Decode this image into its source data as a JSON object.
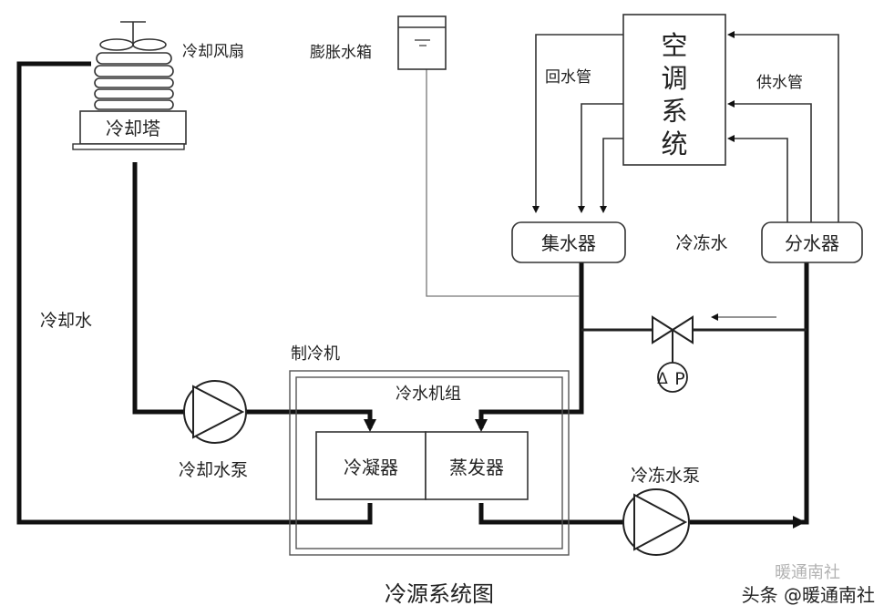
{
  "title": "冷源系统图",
  "watermark": "头条 @暖通南社",
  "watermark_faded": "暖通南社",
  "cooling_fan": "冷却风扇",
  "cooling_tower": "冷却塔",
  "expansion_tank": "膨胀水箱",
  "ac_system": "空调系统",
  "return_pipe": "回水管",
  "supply_pipe": "供水管",
  "collector": "集水器",
  "distributor": "分水器",
  "chilled_water": "冷冻水",
  "cooling_water": "冷却水",
  "refrigerator": "制冷机",
  "chiller_unit": "冷水机组",
  "condenser": "冷凝器",
  "evaporator": "蒸发器",
  "cooling_pump": "冷却水泵",
  "chilled_pump": "冷冻水泵",
  "dp_symbol": "P",
  "dp_delta": "Δ"
}
